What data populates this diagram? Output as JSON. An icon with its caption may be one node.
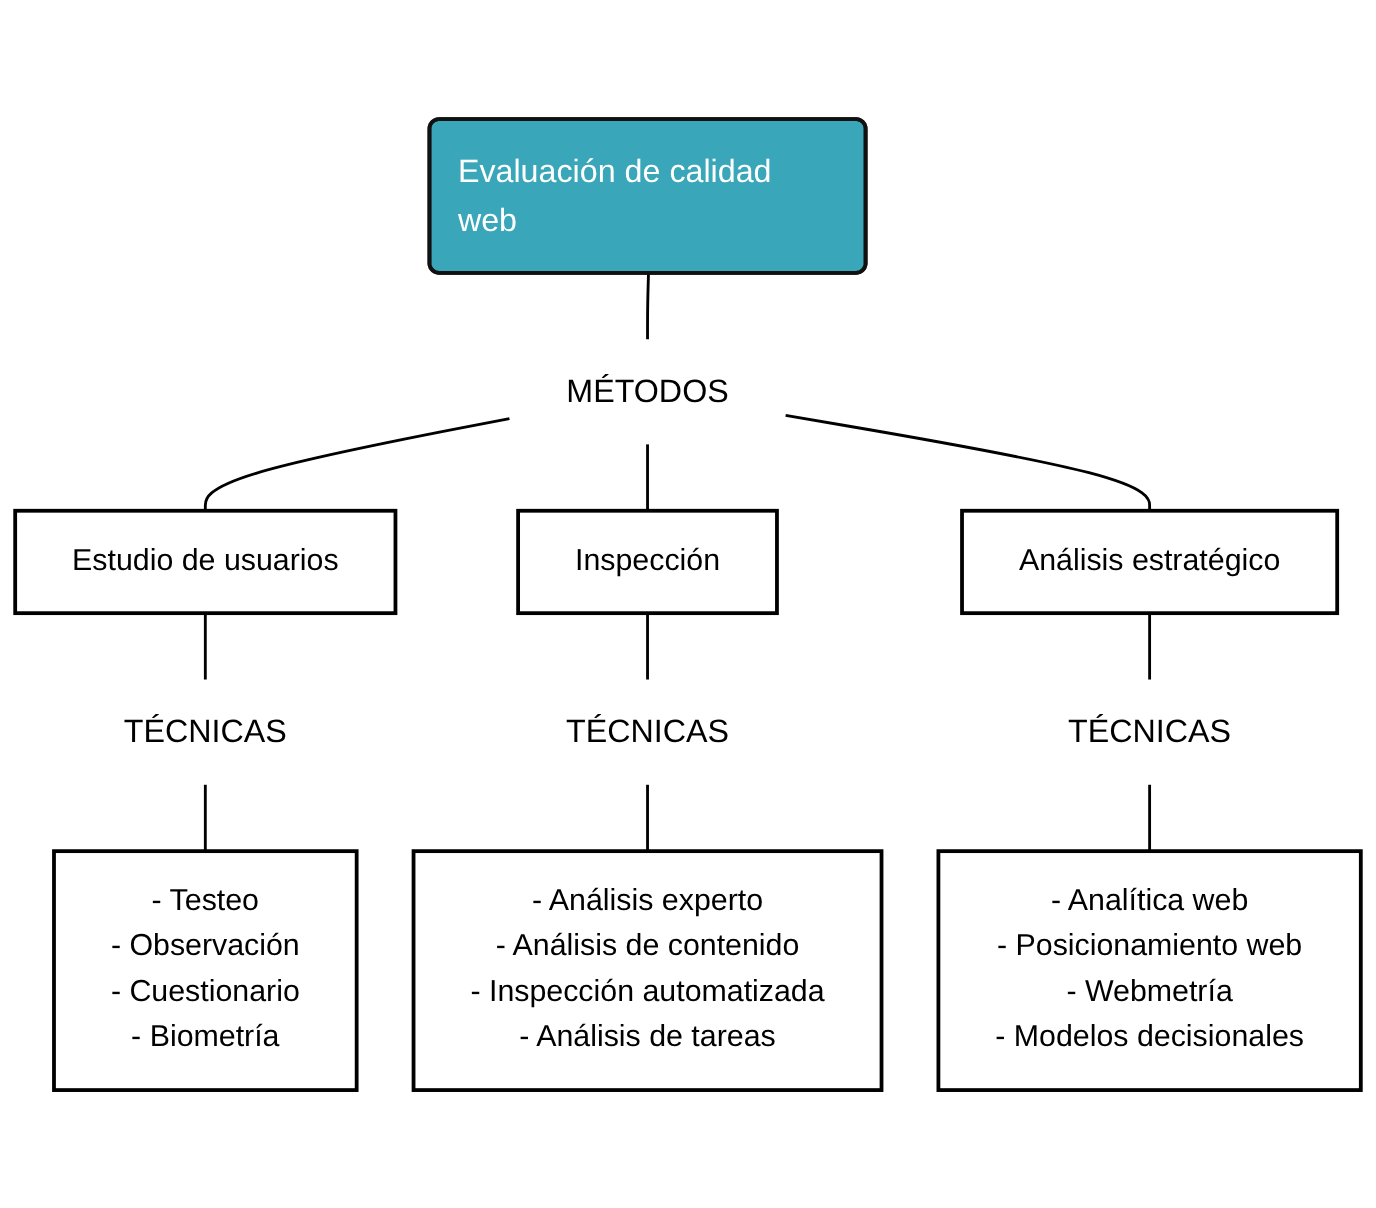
{
  "diagram": {
    "nodes": [
      {
        "text": [
          "Evaluación de calidad web"
        ]
      },
      {
        "text": [
          "MÉTODOS"
        ]
      },
      {
        "text": [
          "Estudio de usuarios"
        ]
      },
      {
        "text": [
          "Inspección"
        ]
      },
      {
        "text": [
          "Análisis estratégico"
        ]
      },
      {
        "text": [
          "TÉCNICAS"
        ]
      },
      {
        "text": [
          "TÉCNICAS"
        ]
      },
      {
        "text": [
          "TÉCNICAS"
        ]
      },
      {
        "text": [
          "- Testeo",
          "- Observación",
          "- Cuestionario",
          "- Biometría"
        ]
      },
      {
        "text": [
          "- Análisis experto",
          "- Análisis de contenido",
          "- Inspección automatizada",
          "- Análisis de tareas"
        ]
      },
      {
        "text": [
          "- Analítica web",
          "- Posicionamiento web",
          "- Webmetría",
          "- Modelos decisionales"
        ]
      }
    ],
    "edges": [
      {
        "from": 0,
        "to": 1,
        "arrow": "none"
      },
      {
        "from": 1,
        "to": 2,
        "arrow": "none"
      },
      {
        "from": 1,
        "to": 3,
        "arrow": "none"
      },
      {
        "from": 1,
        "to": 4,
        "arrow": "none"
      },
      {
        "from": 2,
        "to": 5,
        "arrow": "none"
      },
      {
        "from": 5,
        "to": 8,
        "arrow": "none"
      },
      {
        "from": 3,
        "to": 6,
        "arrow": "none"
      },
      {
        "from": 6,
        "to": 9,
        "arrow": "none"
      },
      {
        "from": 4,
        "to": 7,
        "arrow": "none"
      },
      {
        "from": 7,
        "to": 10,
        "arrow": "none"
      }
    ]
  }
}
